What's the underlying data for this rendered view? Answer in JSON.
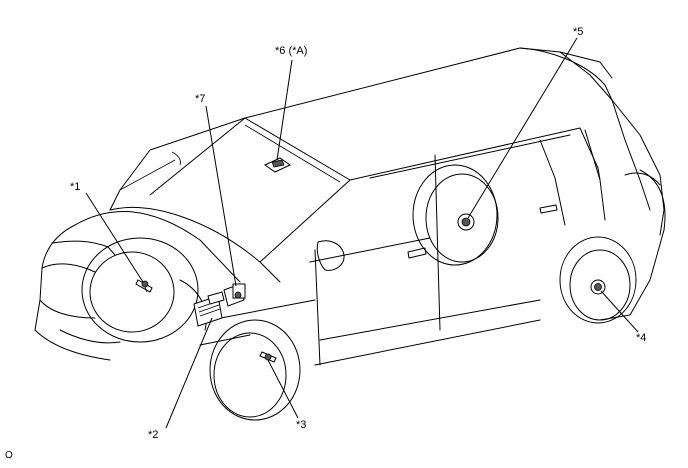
{
  "figure_code": "O",
  "callouts": [
    {
      "id": "1",
      "label": "*1"
    },
    {
      "id": "2",
      "label": "*2"
    },
    {
      "id": "3",
      "label": "*3"
    },
    {
      "id": "4",
      "label": "*4"
    },
    {
      "id": "5",
      "label": "*5"
    },
    {
      "id": "6",
      "label": "*6 (*A)"
    },
    {
      "id": "7",
      "label": "*7"
    }
  ]
}
